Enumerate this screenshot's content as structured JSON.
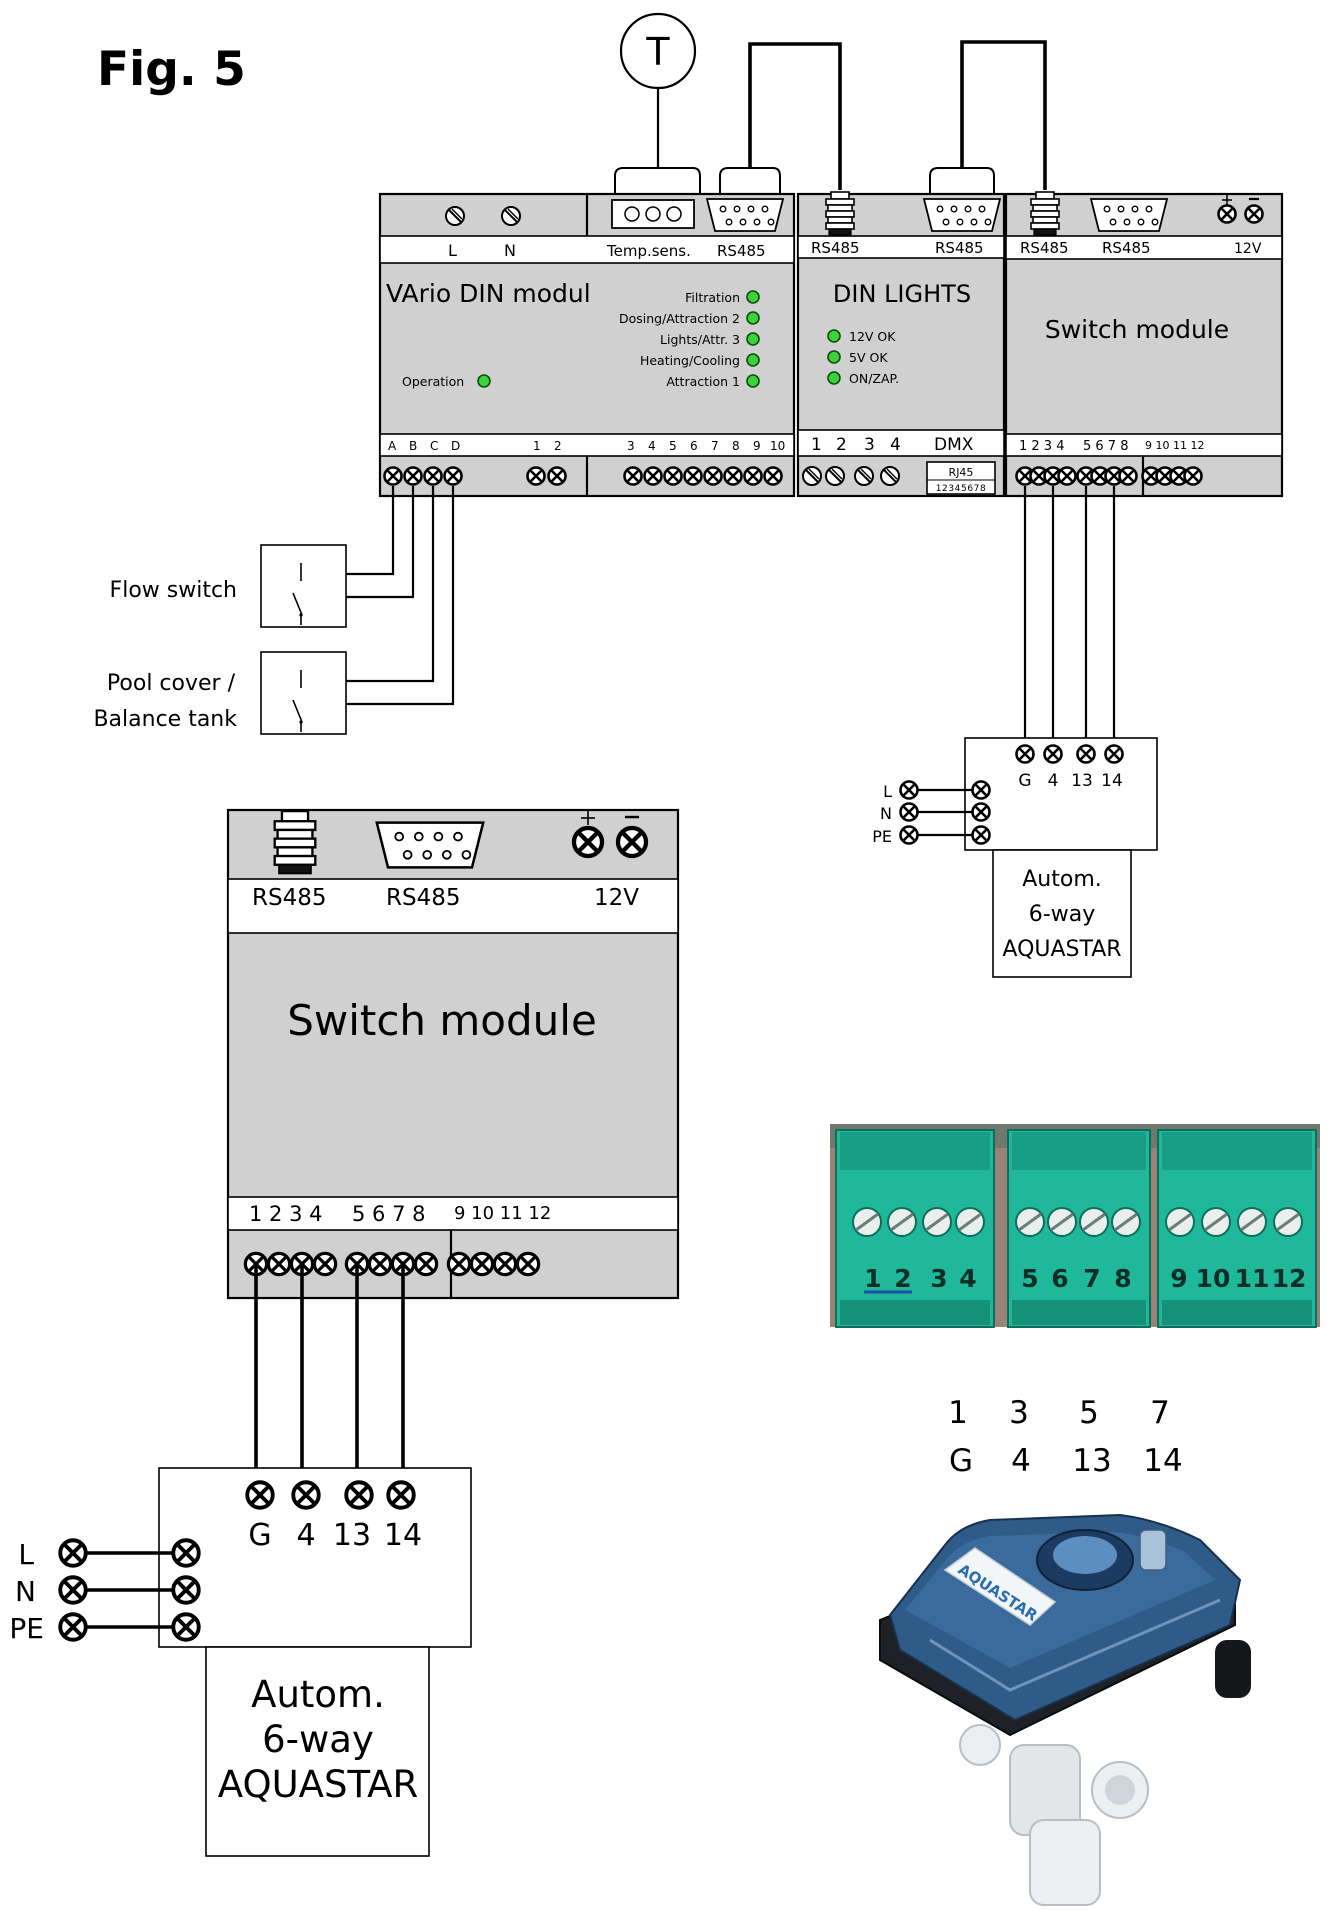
{
  "figure": {
    "title": "Fig. 5"
  },
  "sensor": {
    "label": "T"
  },
  "vario": {
    "title": "VArio DIN modul",
    "top_labels": [
      "L",
      "N",
      "Temp.sens.",
      "RS485"
    ],
    "operation": "Operation",
    "leds": [
      "Filtration",
      "Dosing/Attraction 2",
      "Lights/Attr. 3",
      "Heating/Cooling",
      "Attraction 1"
    ],
    "terminals": [
      "A",
      "B",
      "C",
      "D",
      "1",
      "2",
      "3",
      "4",
      "5",
      "6",
      "7",
      "8",
      "9",
      "10"
    ]
  },
  "din_lights": {
    "title": "DIN LIGHTS",
    "top_labels": [
      "RS485",
      "RS485"
    ],
    "leds": [
      "12V OK",
      "5V OK",
      "ON/ZAP."
    ],
    "terminals": [
      "1",
      "2",
      "3",
      "4",
      "DMX"
    ],
    "rj45": "RJ45",
    "rj45_pins": "12345678"
  },
  "switch_small": {
    "title": "Switch module",
    "top_labels": [
      "RS485",
      "RS485",
      "12V"
    ],
    "terminals": [
      "1 2 3 4",
      "5 6 7 8",
      "9 10 11 12"
    ]
  },
  "inputs": {
    "flow_switch": "Flow switch",
    "pool_cover_1": "Pool cover /",
    "pool_cover_2": "Balance tank"
  },
  "aquastar_small": {
    "pins": [
      "G",
      "4",
      "13",
      "14"
    ],
    "power": [
      "L",
      "N",
      "PE"
    ],
    "label": [
      "Autom.",
      "6-way",
      "AQUASTAR"
    ]
  },
  "switch_large": {
    "title": "Switch module",
    "top_labels": [
      "RS485",
      "RS485",
      "12V"
    ],
    "terminals": [
      "1 2 3 4",
      "5 6 7 8",
      "9 10 11 12"
    ]
  },
  "aquastar_large": {
    "pins": [
      "G",
      "4",
      "13",
      "14"
    ],
    "power": [
      "L",
      "N",
      "PE"
    ],
    "label": [
      "Autom.",
      "6-way",
      "AQUASTAR"
    ]
  },
  "photo": {
    "terminal_numbers": [
      "1",
      "2",
      "3",
      "4",
      "5",
      "6",
      "7",
      "8",
      "9",
      "10",
      "11",
      "12"
    ],
    "brand": "AQUASTAR",
    "colors": {
      "terminal_block": "#1fb89a",
      "valve_body": "#2c3e55",
      "valve_base": "#e9ecef"
    }
  },
  "mapping": {
    "row1": [
      "1",
      "3",
      "5",
      "7"
    ],
    "row2": [
      "G",
      "4",
      "13",
      "14"
    ]
  }
}
